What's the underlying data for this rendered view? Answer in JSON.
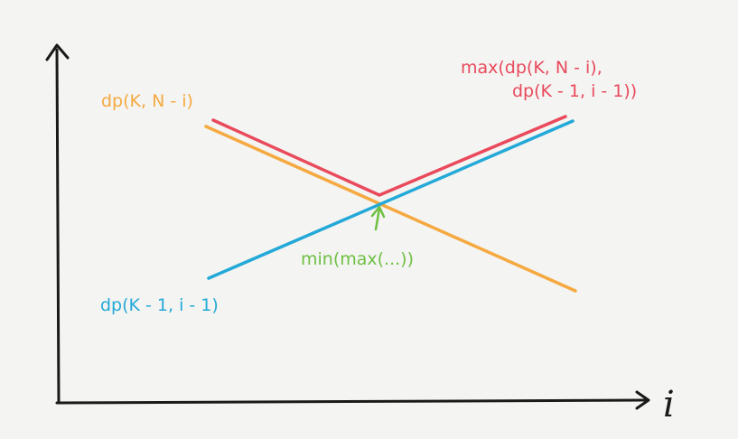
{
  "labels": {
    "orange_curve": "dp(K, N - i)",
    "blue_curve": "dp(K - 1, i - 1)",
    "red_curve_line1": "max(dp(K, N - i),",
    "red_curve_line2": "dp(K - 1, i - 1))",
    "minimum": "min(max(...))",
    "x_axis": "i"
  },
  "colors": {
    "axis": "#1a1a1a",
    "orange": "#f5a941",
    "blue": "#23a9d8",
    "red": "#e94a5c",
    "green": "#6fc043"
  }
}
